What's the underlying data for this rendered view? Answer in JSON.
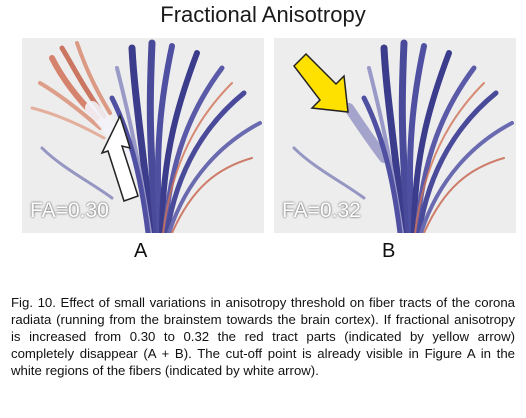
{
  "figure": {
    "title": "Fractional Anisotropy",
    "panels": [
      {
        "letter": "A",
        "fa_label": "FA=0.30",
        "arrow_color": "#ffffff"
      },
      {
        "letter": "B",
        "fa_label": "FA=0.32",
        "arrow_color": "#ffe100"
      }
    ],
    "tract_colors": {
      "fiber": "#4a4a9a",
      "fiber_light": "#9a9ac8",
      "red_tract": "#d07055",
      "background": "#ededed"
    }
  },
  "caption": {
    "label": "Fig. 10.",
    "text": "Effect of small variations in anisotropy threshold on fiber tracts of the corona radiata (running from the brainstem towards the brain cortex). If fractional anisotropy is increased from 0.30 to 0.32 the red tract parts (indicated by yellow arrow) completely disappear (A + B). The cut-off point is already visible in Figure A in the white regions of the fibers (indicated by white arrow)."
  }
}
